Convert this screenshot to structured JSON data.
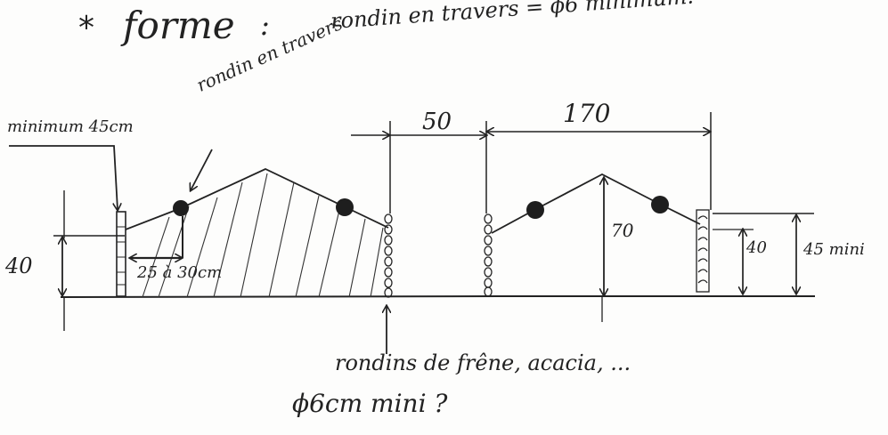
{
  "title": {
    "star": "*",
    "text": "forme",
    "colon": ":"
  },
  "labels": {
    "rondin_travers": "rondin en travers = ϕ6 minimum.",
    "minimum_45": "minimum 45cm",
    "rondin_en_travers": "rondin en travers",
    "dim_50": "50",
    "dim_170": "170",
    "dim_40_left": "40",
    "dim_25_30": "25 à 30cm",
    "dim_70": "70",
    "dim_40_right": "40",
    "dim_45_mini": "45 mini"
  },
  "note": {
    "line1": "rondins de frêne, acacia, ...",
    "line2": "ϕ6cm mini ?"
  },
  "colors": {
    "ink": "#222222",
    "paper": "#fdfdfc",
    "log": "#1e1e1e"
  }
}
